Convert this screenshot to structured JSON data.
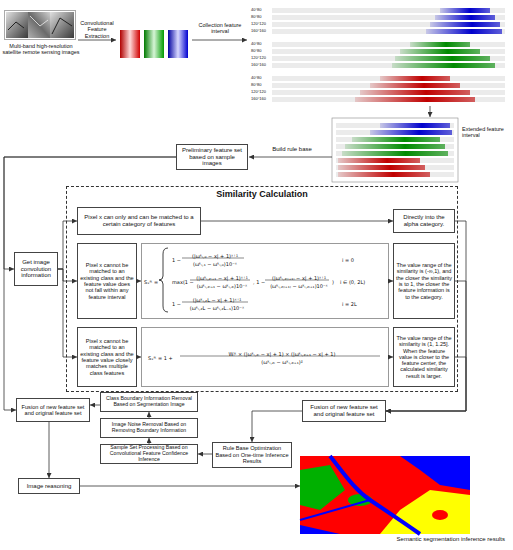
{
  "diagram": {
    "nodes": [
      {
        "text": [
          "Multi-band high-resolution satellite remote sensing images"
        ]
      },
      {
        "text": [
          "Preliminary feature set based on sample images"
        ]
      },
      {
        "text": [
          "Get image convolution information"
        ]
      },
      {
        "text": [
          "Similarity Calculation"
        ]
      },
      {
        "text": [
          "Pixel x can only and can be matched to a certain category of features"
        ],
        "in": 3
      },
      {
        "text": [
          "Directly into the alpha category."
        ],
        "in": 3
      },
      {
        "text": [
          "Pixel x cannot be matched to an existing class and the feature value does not fall within any feature interval"
        ],
        "in": 3
      },
      {
        "text": [
          "Sₓⁱᵏ =",
          "1 −",
          "(|ωᵏᵢ,₀ − x| + 1)ˣ⁺¹",
          "(ωᵏᵢ,₁ − ωᵏᵢ,₀)10⁻ˣ",
          "i = 0",
          "max(1 −",
          "(|ωᵏᵢ,₂ᵢ₊₁ − x| + 1)ˣ⁺¹",
          "(ωᵏᵢ,₂ᵢ₊₁ − ωᵏᵢ,₂ᵢ)10⁻ˣ",
          ", 1 −",
          "(|ωᵏᵢ,₂₍ᵢ₊₁₎ − x| + 1)ˣ⁺¹",
          "(ωᵏᵢ,₂₍ᵢ₊₁₎ − ωᵏᵢ,₂ᵢ₊₁)10⁻ˣ",
          ")",
          "i ∈ (0, 2L)",
          "1 −",
          "(|ωᵏᵢ,₂L − x| + 1)ˣ⁺¹",
          "(ωᵏᵢ,₂L − ωᵏᵢ,₂L₋₁)10⁻ˣ",
          "i = 2L"
        ],
        "in": 3
      },
      {
        "text": [
          "The value range of the similarity is (-∞,1), and the closer the similarity is to 1, the closer the feature information is to the category."
        ],
        "in": 3
      },
      {
        "text": [
          "Pixel x cannot be matched to an existing class and the feature value closely matches multiple class features"
        ],
        "in": 3
      },
      {
        "text": [
          "Sₓⁱᵏ = 1 +",
          "Wᵢᵏ × (|ωᵏᵢ,₂ᵢ − x| + 1) × (|ωᵏᵢ,₂ᵢ₊₁ − x| + 1)",
          "(ωᵏᵢ,₂ᵢ − ωᵏᵢ,₂ᵢ₊₁)²"
        ],
        "in": 3
      },
      {
        "text": [
          "The value range of the similarity is (1, 1.25]. When the feature value is closer to the feature center, the calculated similarity result is larger."
        ],
        "in": 3
      },
      {
        "text": [
          "Fusion of new feature set and original feature set"
        ]
      },
      {
        "text": [
          "Rule Base Optimization Based on One-time Inference Results"
        ]
      },
      {
        "text": [
          "Class Boundary Information Removal Based on Segmentation Image"
        ]
      },
      {
        "text": [
          "Image Noise Removal Based on Removing Boundary Information"
        ]
      },
      {
        "text": [
          "Sample Set Processing Based on Convolutional Feature Confidence Inference"
        ]
      },
      {
        "text": [
          "Fusion of new feature set and original feature set"
        ]
      },
      {
        "text": [
          "Image reasoning"
        ]
      },
      {
        "text": [
          "Semantic segmentation inference results"
        ]
      }
    ],
    "edges": [
      {
        "from": 1,
        "to": 2,
        "arrow": "to"
      },
      {
        "from": 1,
        "to": 17,
        "arrow": "to"
      },
      {
        "from": 2,
        "to": 4,
        "arrow": "to"
      },
      {
        "from": 2,
        "to": 6,
        "arrow": "to"
      },
      {
        "from": 2,
        "to": 9,
        "arrow": "to"
      },
      {
        "from": 4,
        "to": 5,
        "arrow": "to"
      },
      {
        "from": 6,
        "to": 7,
        "arrow": "to"
      },
      {
        "from": 7,
        "to": 8,
        "arrow": "to"
      },
      {
        "from": 9,
        "to": 10,
        "arrow": "to"
      },
      {
        "from": 10,
        "to": 11,
        "arrow": "to"
      },
      {
        "from": 5,
        "to": 12,
        "arrow": "to"
      },
      {
        "from": 8,
        "to": 12,
        "arrow": "to"
      },
      {
        "from": 11,
        "to": 12,
        "arrow": "to"
      },
      {
        "from": 12,
        "to": 13,
        "arrow": "to"
      },
      {
        "from": 13,
        "to": 16,
        "arrow": "to"
      },
      {
        "from": 16,
        "to": 15,
        "arrow": "to"
      },
      {
        "from": 15,
        "to": 14,
        "arrow": "to"
      },
      {
        "from": 14,
        "to": 17,
        "arrow": "to"
      },
      {
        "from": 17,
        "to": 18,
        "arrow": "to"
      },
      {
        "from": 18,
        "to": 19,
        "arrow": "to"
      }
    ],
    "labels": [
      "Convolutional Feature Extraction",
      "Collection feature interval",
      "Extended feature interval",
      "Build rule base",
      "40°80",
      "80°80",
      "120°120",
      "160°160",
      "40°80",
      "80°80",
      "120°120",
      "160°160",
      "40°80",
      "80°80",
      "120°120",
      "160°160"
    ]
  }
}
